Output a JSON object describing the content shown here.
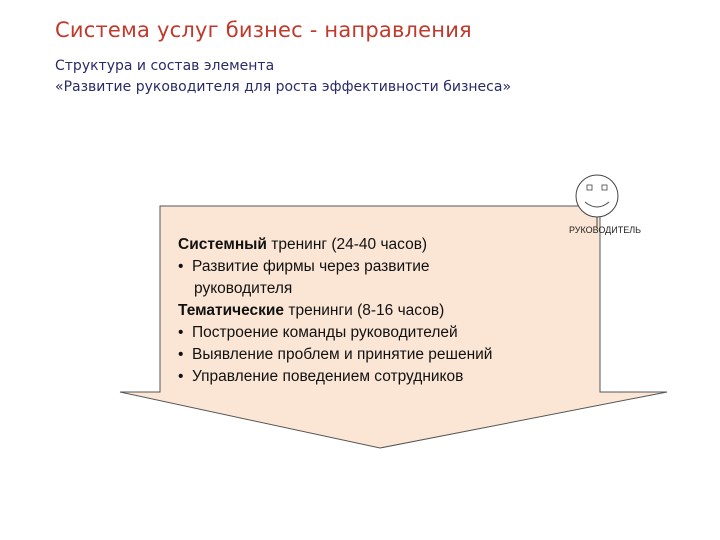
{
  "header": {
    "title": "Система услуг бизнес - направления",
    "subtitle_line1": "Структура  и состав элемента",
    "subtitle_line2": "«Развитие руководителя для роста эффективности бизнеса»"
  },
  "diagram": {
    "fill_color": "#fbe6d5",
    "person_label": "РУКОВОДИТЕЛЬ",
    "systemic": {
      "heading_bold": "Системный",
      "heading_rest": " тренинг (24-40 часов)",
      "items": [
        "Развитие фирмы через развитие",
        "руководителя"
      ]
    },
    "thematic": {
      "heading_bold": "Тематические",
      "heading_rest": " тренинги (8-16 часов)",
      "items": [
        "Построение команды руководителей",
        "Выявление проблем и принятие решений",
        "Управление поведением сотрудников"
      ]
    }
  }
}
